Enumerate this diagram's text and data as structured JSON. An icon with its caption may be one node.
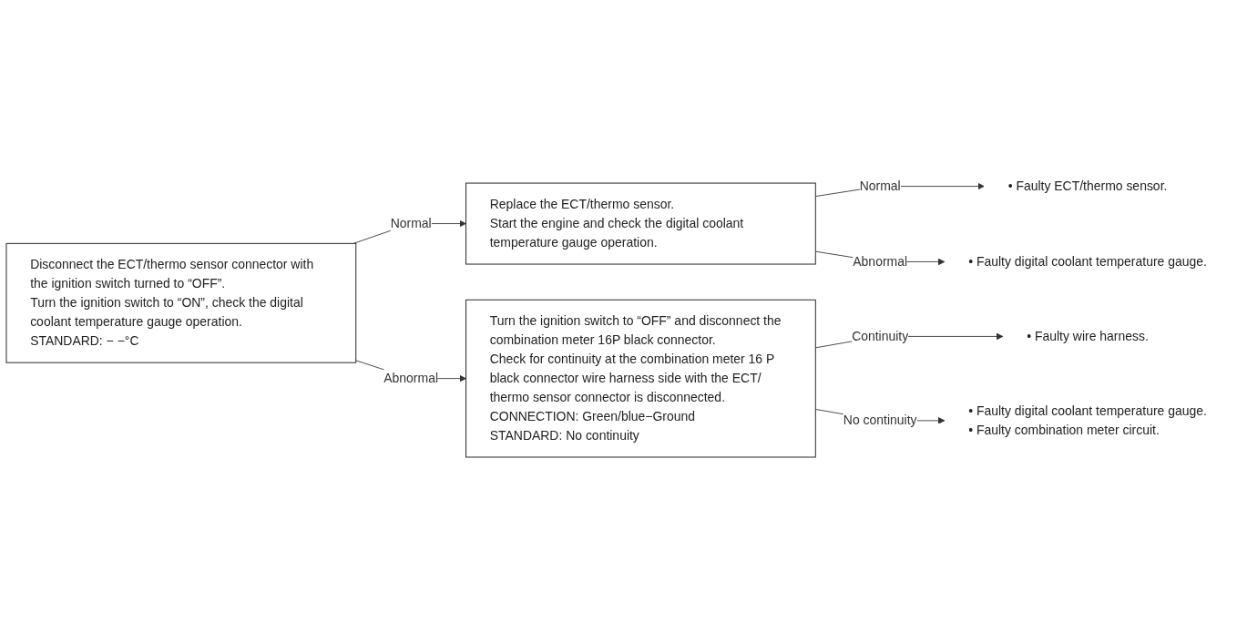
{
  "diagram": {
    "nodes": [
      {
        "text": [
          "Disconnect the ECT/thermo sensor connector with the ignition switch turned to “OFF”.",
          "Turn the ignition switch to “ON”, check the digital coolant temperature gauge operation.",
          "STANDARD: − −°C"
        ]
      },
      {
        "text": [
          "Replace the ECT/thermo sensor.",
          "Start the engine and check the digital coolant temperature gauge operation."
        ]
      },
      {
        "text": [
          "• Faulty ECT/thermo sensor."
        ]
      },
      {
        "text": [
          "• Faulty digital coolant temperature gauge."
        ]
      },
      {
        "text": [
          "Turn the ignition switch to “OFF” and disconnect the combination meter 16P black connector.",
          "Check for continuity at the combination meter 16 P black connector wire harness side with the ECT/ thermo sensor connector is disconnected.",
          "CONNECTION: Green/blue−Ground",
          "STANDARD: No continuity"
        ]
      },
      {
        "text": [
          "• Faulty wire harness."
        ]
      },
      {
        "text": [
          "• Faulty digital coolant temperature gauge.",
          "• Faulty combination meter circuit."
        ]
      }
    ],
    "edges": [
      {
        "from": 0,
        "to": 1,
        "arrow": "to",
        "label": "Normal"
      },
      {
        "from": 0,
        "to": 4,
        "arrow": "to",
        "label": "Abnormal"
      },
      {
        "from": 1,
        "to": 2,
        "arrow": "to",
        "label": "Normal"
      },
      {
        "from": 1,
        "to": 3,
        "arrow": "to",
        "label": "Abnormal"
      },
      {
        "from": 4,
        "to": 5,
        "arrow": "to",
        "label": "Continuity"
      },
      {
        "from": 4,
        "to": 6,
        "arrow": "to",
        "label": "No continuity"
      }
    ]
  }
}
